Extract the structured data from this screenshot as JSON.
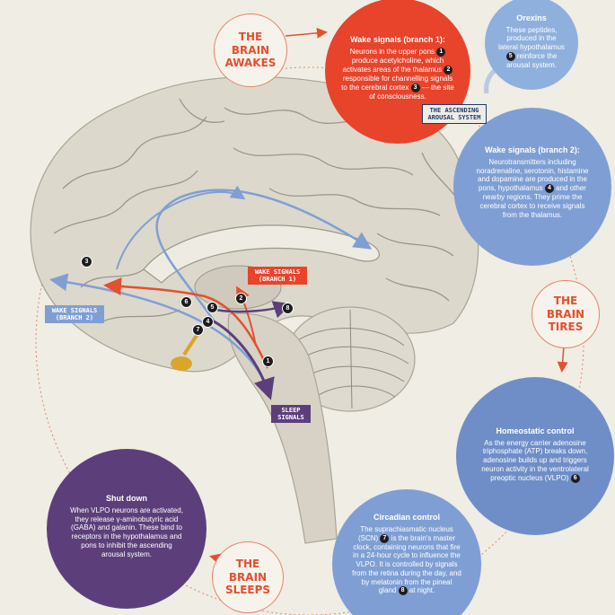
{
  "colors": {
    "background": "#efede4",
    "wake_red": "#e8432b",
    "wake_blue": "#7f9fd4",
    "orexin_blue": "#8fb0dd",
    "sleep_purple": "#5c3f7a",
    "stage_text": "#e3502f",
    "brain_tissue": "#dcd8cc"
  },
  "stages": {
    "awakes": "THE BRAIN AWAKES",
    "tires": "THE BRAIN TIRES",
    "sleeps": "THE BRAIN SLEEPS"
  },
  "boxes": {
    "wake1": {
      "title": "Wake signals (branch 1):",
      "text1": "Neurons in the upper pons",
      "num1": "1",
      "text2": "produce acetylcholine, which activates areas of the thalamus",
      "num2": "2",
      "text3": "responsible for channelling signals to the cerebral cortex",
      "num3": "3",
      "text4": "— the site of consciousness."
    },
    "orexins": {
      "title": "Orexins",
      "text1": "These peptides, produced in the lateral hypothalamus",
      "num1": "5",
      "text2": "reinforce the arousal system."
    },
    "wake2": {
      "title": "Wake signals (branch 2):",
      "text1": "Neurotransmitters including noradrenaline, serotonin, histamine and dopamine are produced in the pons, hypothalamus",
      "num1": "4",
      "text2": "and other nearby regions. They prime the cerebral cortex to receive signals from the thalamus."
    },
    "homeostatic": {
      "title": "Homeostatic control",
      "text1": "As the energy carrier adenosine triphosphate (ATP) breaks down, adenosine builds up and triggers neuron activity in the ventrolateral preoptic nucleus (VLPO)",
      "num1": "6"
    },
    "circadian": {
      "title": "Circadian control",
      "text1": "The suprachiasmatic nucleus (SCN)",
      "num1": "7",
      "text2": "is the brain's master clock, containing neurons that fire in a 24-hour cycle to influence the VLPO. It is controlled by signals from the retina during the day, and by melatonin from the pineal gland",
      "num2": "8",
      "text3": "at night."
    },
    "shutdown": {
      "title": "Shut down",
      "text1": "When VLPO neurons are activated, they release γ-aminobutyric acid (GABA) and galanin. These bind to receptors in the hypothalamus and pons to inhibit the ascending arousal system."
    }
  },
  "labels": {
    "ascending": "THE ASCENDING AROUSAL SYSTEM",
    "wake_branch1": "WAKE SIGNALS (BRANCH 1)",
    "wake_branch2": "WAKE SIGNALS (BRANCH 2)",
    "sleep_signals": "SLEEP SIGNALS"
  },
  "markers": [
    "1",
    "2",
    "3",
    "4",
    "5",
    "6",
    "7",
    "8"
  ]
}
